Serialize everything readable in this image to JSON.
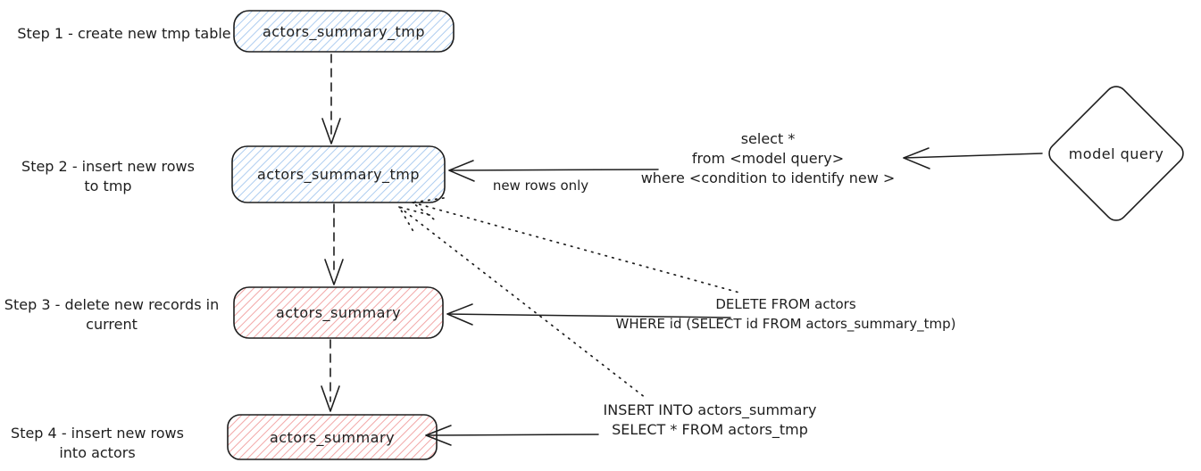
{
  "steps": [
    {
      "label": "Step 1 - create new tmp table",
      "label_line2": "",
      "node_label": "actors_summary_tmp"
    },
    {
      "label": "Step 2 - insert new rows",
      "label_line2": "to tmp",
      "node_label": "actors_summary_tmp"
    },
    {
      "label": "Step 3 - delete new records in",
      "label_line2": "current",
      "node_label": "actors_summary"
    },
    {
      "label": "Step 4 - insert new rows",
      "label_line2": "into actors",
      "node_label": "actors_summary"
    }
  ],
  "annotations": {
    "select_query_line1": "select *",
    "select_query_line2": "from <model query>",
    "select_query_line3": "where <condition to identify new >",
    "new_rows_only": "new rows only",
    "delete_query_line1": "DELETE FROM actors",
    "delete_query_line2": "WHERE id (SELECT id FROM actors_summary_tmp)",
    "insert_query_line1": "INSERT INTO actors_summary",
    "insert_query_line2": "SELECT * FROM actors_tmp"
  },
  "model_query": {
    "label": "model query"
  },
  "colors": {
    "node_blue_fill": "#aecdf0",
    "node_red_fill": "#f2a7a7",
    "stroke": "#1e1e1e",
    "background": "#ffffff"
  }
}
